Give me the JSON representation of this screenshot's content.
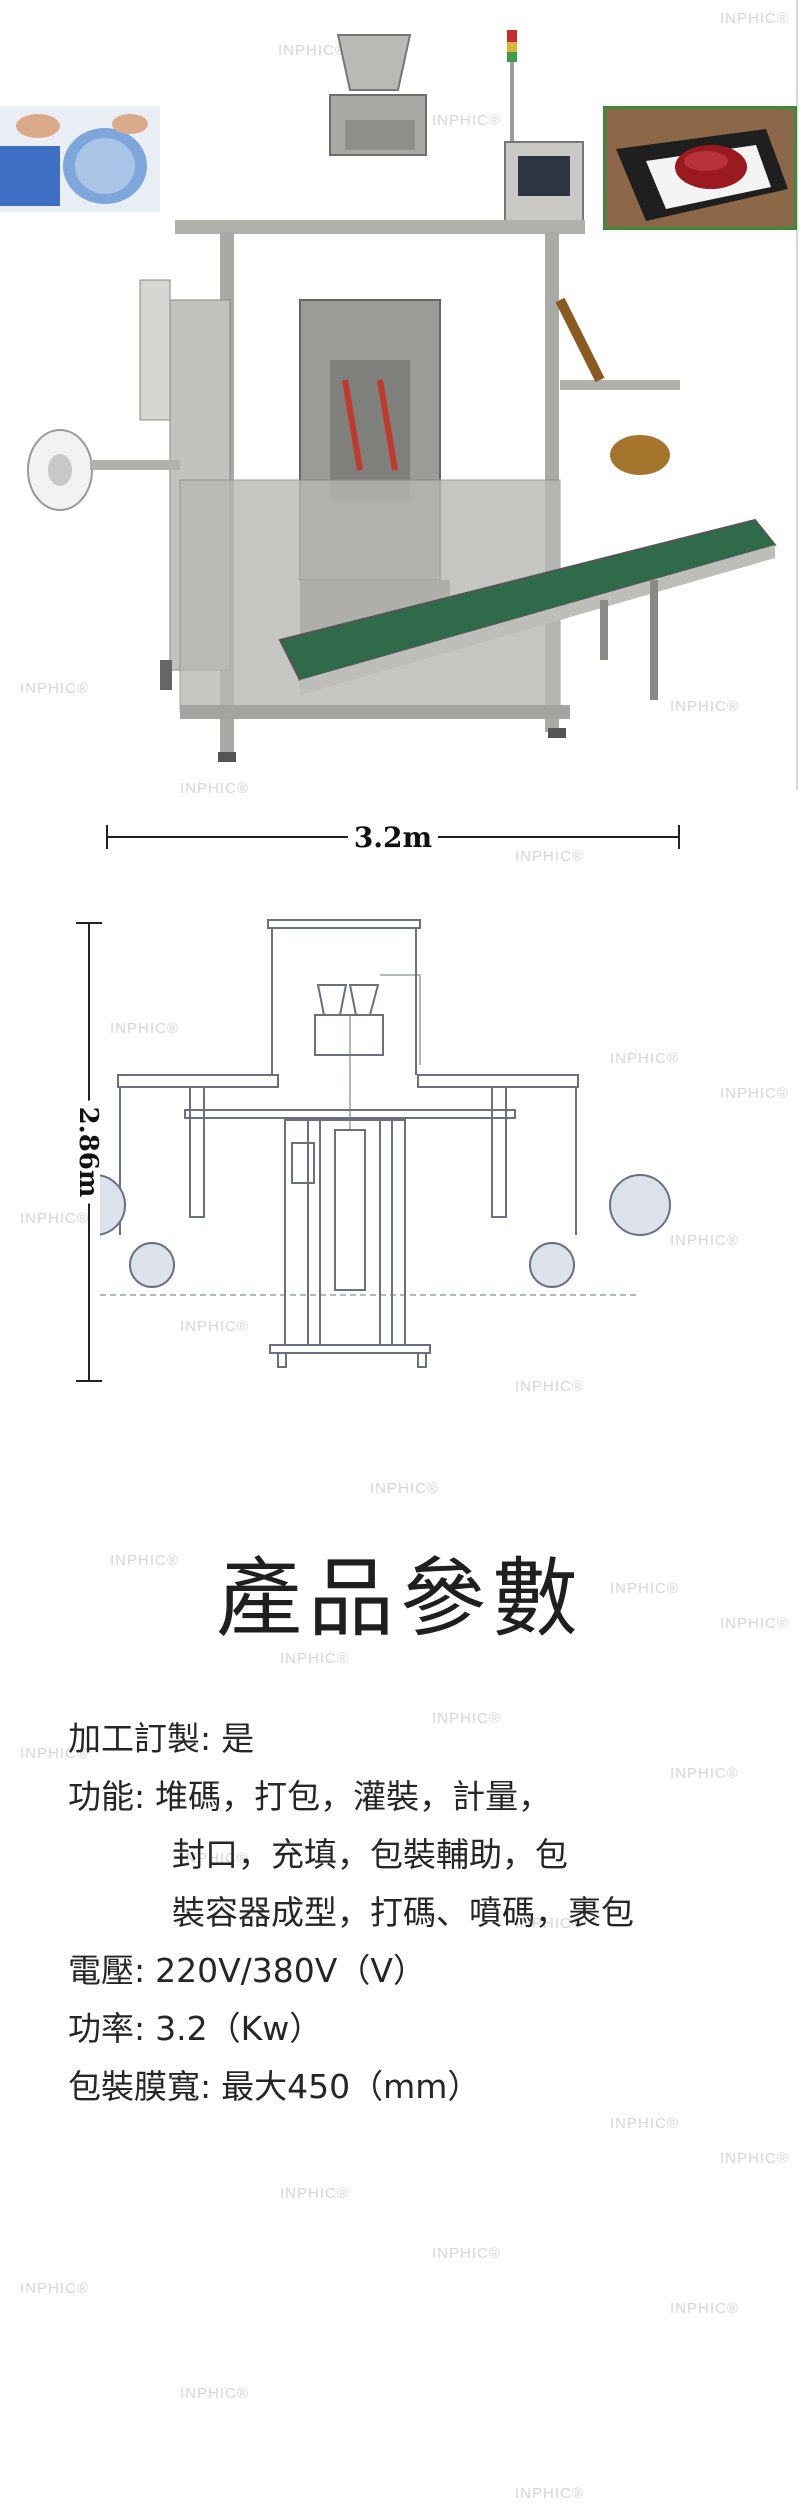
{
  "product_photo": {
    "left_inset_alt": "film roll being loaded",
    "right_inset_alt": "packaged meat in tray"
  },
  "dimensions": {
    "width": "3.2m",
    "height": "2.86m"
  },
  "section_title": "產品參數",
  "parameters": [
    {
      "key": "加工訂製:",
      "value": "是"
    },
    {
      "key": "功能:",
      "value": "堆碼，打包，灌裝，計量，",
      "continuation": [
        "封口，充填，包裝輔助，包",
        "裝容器成型，打碼、噴碼，裹包"
      ]
    },
    {
      "key": "電壓:",
      "value": "220V/380V（V）"
    },
    {
      "key": "功率:",
      "value": "3.2（Kw）"
    },
    {
      "key": "包裝膜寬:",
      "value": "最大450（mm）"
    }
  ],
  "watermark": "INPHIC®"
}
